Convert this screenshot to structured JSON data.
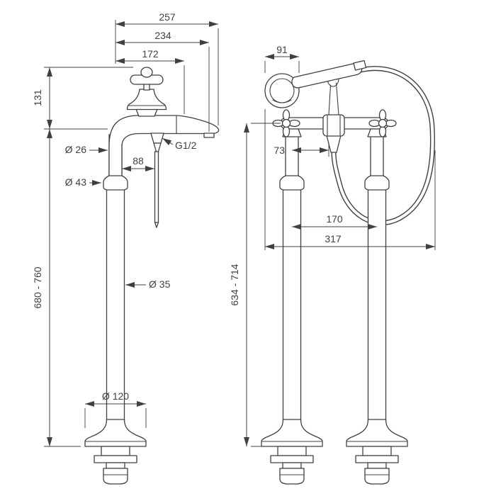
{
  "drawing": {
    "left_view": {
      "dims": {
        "depth_overall": "257",
        "depth_spout_tip": "234",
        "depth_spout": "172",
        "height_handle": "131",
        "pipe_diameter_upper": "Ø 26",
        "thread": "G1/2",
        "hose_offset": "88",
        "collar_diameter": "Ø 43",
        "height_range": "680 - 760",
        "pipe_diameter": "Ø 35",
        "base_diameter": "Ø 120"
      }
    },
    "right_view": {
      "dims": {
        "shower_head_width": "91",
        "body_offset": "73",
        "height_range": "634 - 714",
        "pipe_spacing": "170",
        "width_overall": "317"
      }
    }
  }
}
